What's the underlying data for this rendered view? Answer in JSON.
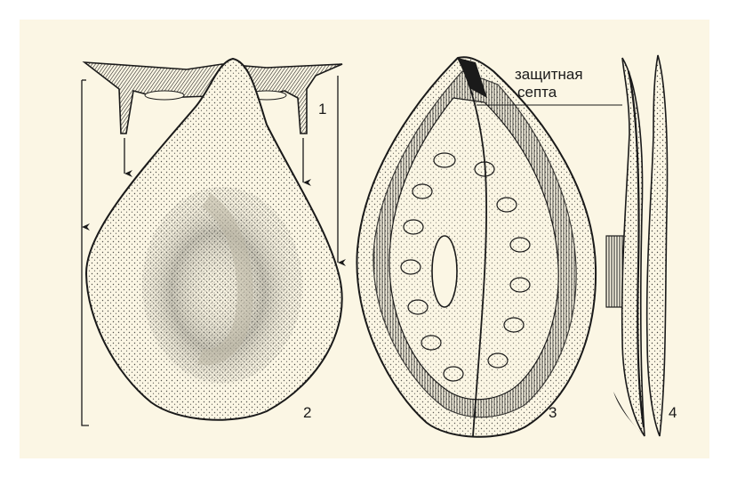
{
  "background_color": "#fbf6e4",
  "ink_color": "#1a1a1a",
  "labels": {
    "one": "1",
    "two": "2",
    "three": "3",
    "four": "4",
    "septa_line1": "защитная",
    "septa_line2": "септа"
  }
}
